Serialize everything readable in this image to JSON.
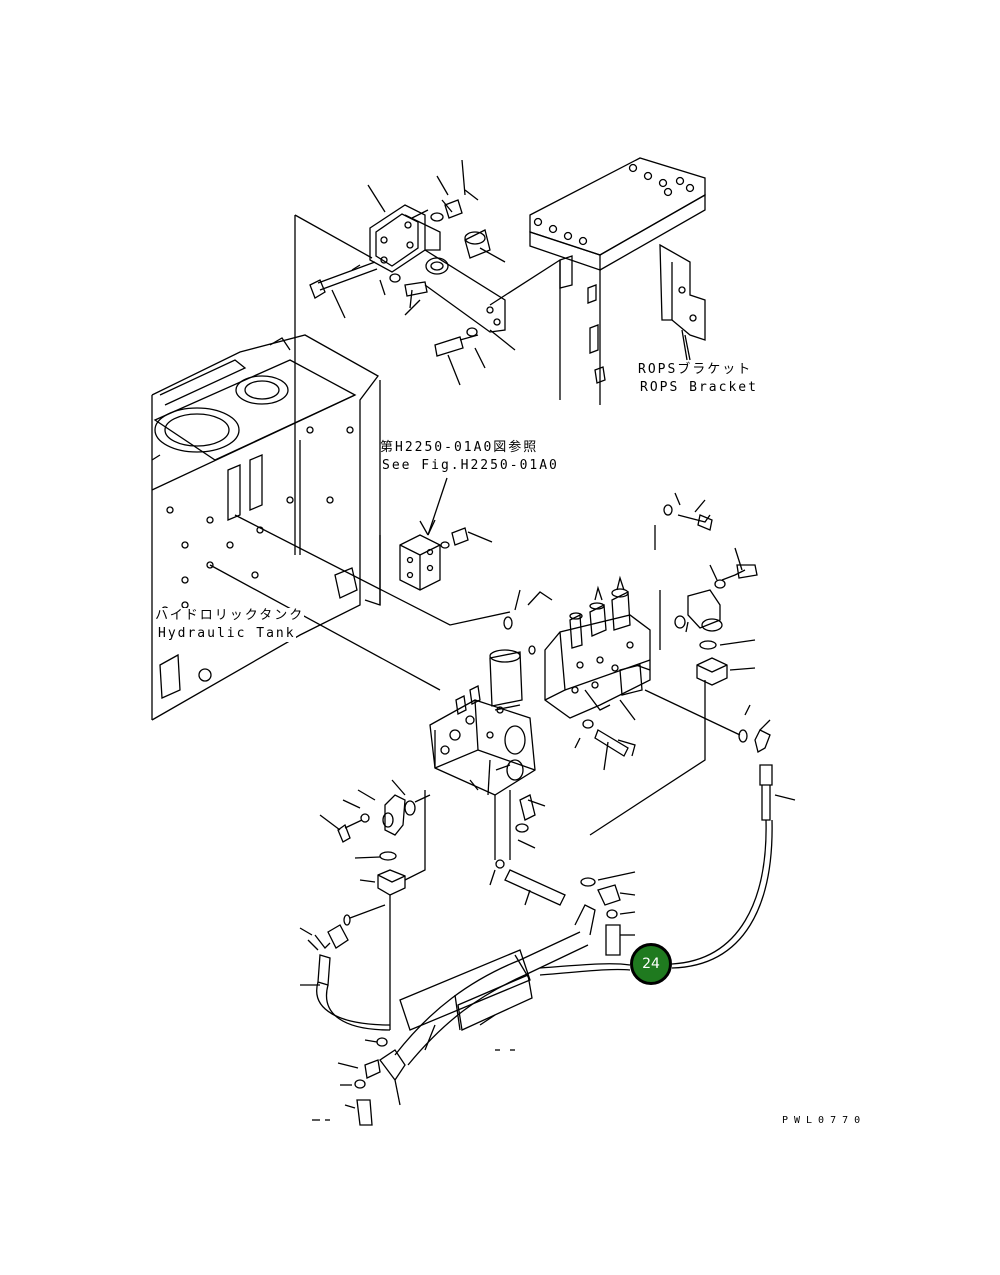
{
  "labels": {
    "rops_jp": "ROPSブラケット",
    "rops_en": "ROPS Bracket",
    "ref_jp": "第H2250-01A0図参照",
    "ref_en": "See Fig.H2250-01A0",
    "tank_jp": "ハイドロリックタンク",
    "tank_en": "Hydraulic Tank",
    "drawing_code": "PWL0770"
  },
  "callouts": [
    {
      "number": "24",
      "color": "#1f7a1f"
    }
  ]
}
